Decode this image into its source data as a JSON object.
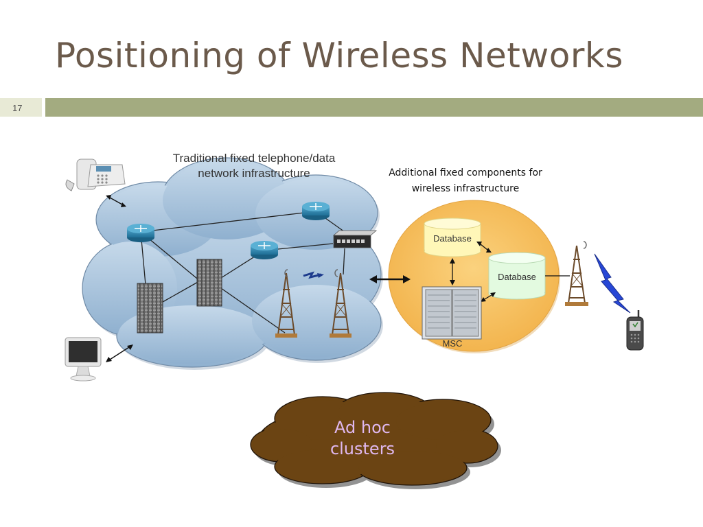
{
  "slide": {
    "title": "Positioning of Wireless Networks",
    "number": "17"
  },
  "diagram": {
    "cloud_label_line1": "Traditional fixed telephone/data",
    "cloud_label_line2": "network infrastructure",
    "wireless_label_line1": "Additional fixed components for",
    "wireless_label_line2": "wireless infrastructure",
    "database_1": "Database",
    "database_2": "Database",
    "msc": "MSC",
    "adhoc_line1": "Ad hoc",
    "adhoc_line2": "clusters"
  },
  "colors": {
    "title": "#6b5a4b",
    "accent_bar": "#a3ab80",
    "slide_num_box": "#e8ead6",
    "cloud_fill": "#a9c4dd",
    "wireless_circle": "#f7c062",
    "database_fill": "#fff7b8",
    "adhoc_cloud": "#6b4413",
    "adhoc_text": "#e0b8f0"
  }
}
